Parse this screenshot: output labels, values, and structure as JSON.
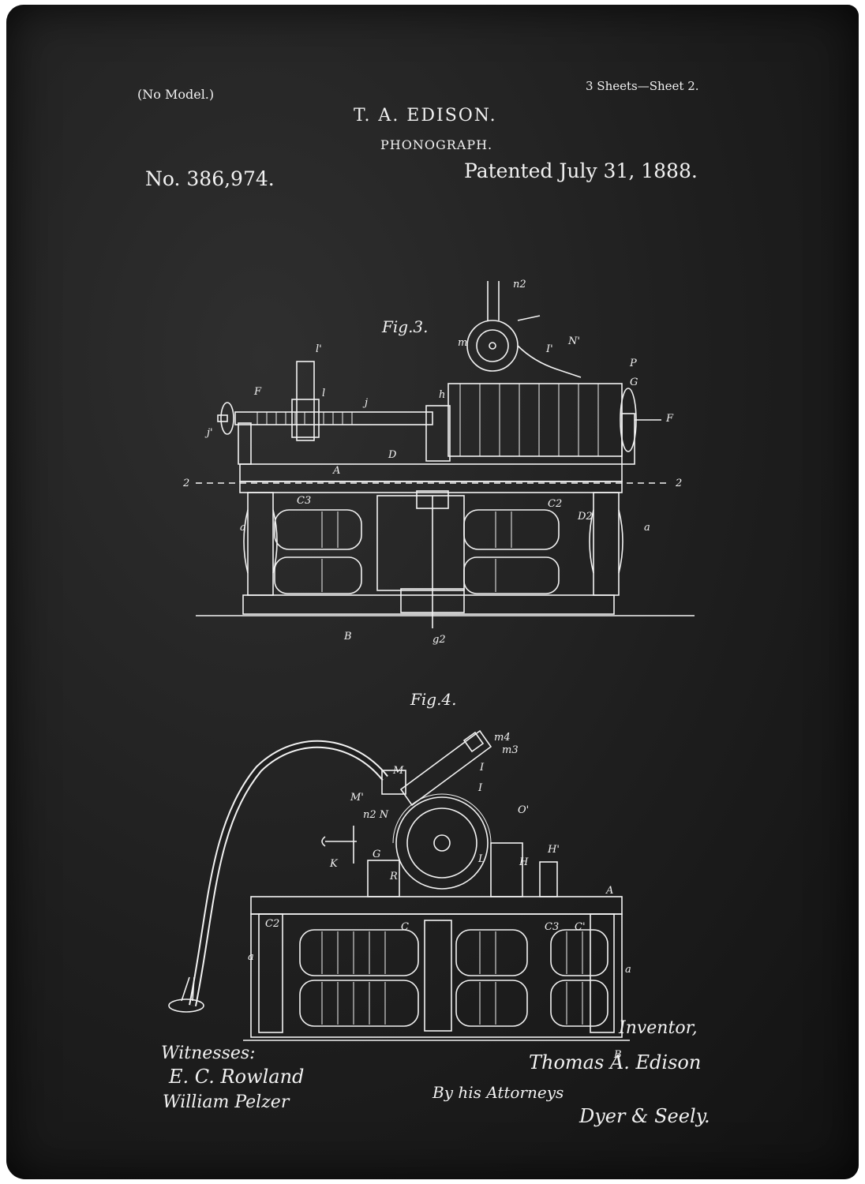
{
  "header": {
    "no_model": "(No Model.)",
    "sheets": "3 Sheets—Sheet 2.",
    "inventor_name": "T. A. EDISON.",
    "title": "PHONOGRAPH.",
    "patent_number": "No. 386,974.",
    "patented_date": "Patented July 31, 1888."
  },
  "figures": {
    "fig3": "Fig.3.",
    "fig4": "Fig.4."
  },
  "footer": {
    "witnesses_label": "Witnesses:",
    "witness1": "E. C. Rowland",
    "witness2": "William Pelzer",
    "inventor_label": "Inventor,",
    "inventor_signature": "Thomas A. Edison",
    "attorney_label": "By his Attorneys",
    "attorney_signature": "Dyer & Seely."
  },
  "colors": {
    "background": "#1e1e1e",
    "ink": "#f2f2f2"
  }
}
